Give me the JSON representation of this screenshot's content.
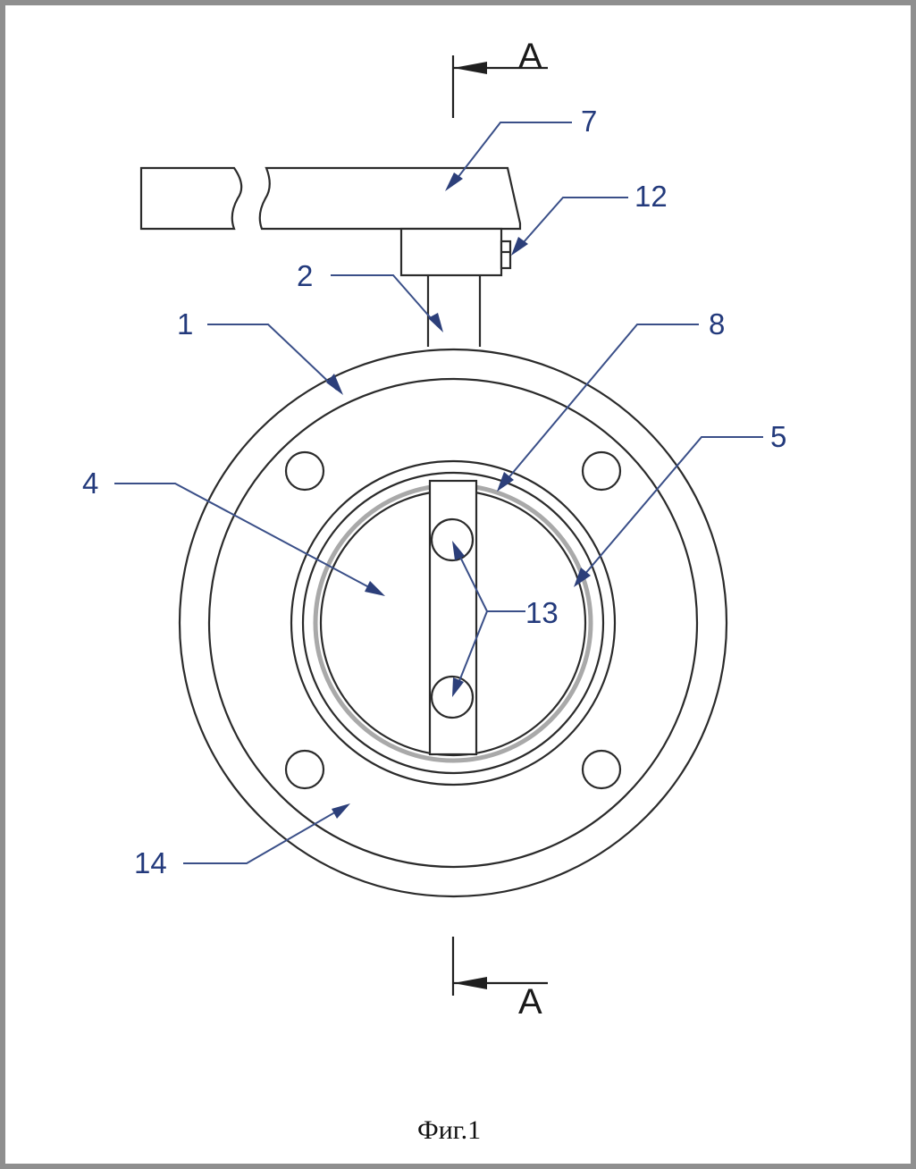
{
  "section_marker": {
    "top_label": "A",
    "bottom_label": "A"
  },
  "callouts": {
    "c1": "1",
    "c2": "2",
    "c4": "4",
    "c5": "5",
    "c7": "7",
    "c8": "8",
    "c12": "12",
    "c13": "13",
    "c14": "14"
  },
  "caption": "Фиг.1",
  "colors": {
    "leader": "#3a4f88",
    "label": "#233a7c",
    "outline": "#2b2b2b",
    "seal": "#a9a9a9",
    "frame": "#8f8f8f"
  }
}
